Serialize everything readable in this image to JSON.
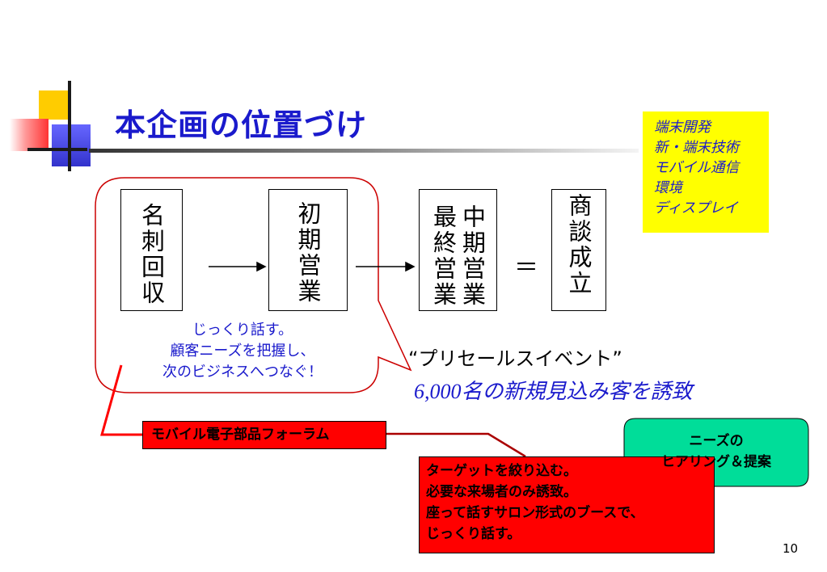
{
  "slide": {
    "title": "本企画の位置づけ",
    "page_number": "10"
  },
  "yellow_note": {
    "lines": [
      "端末開発",
      "新・端末技術",
      "モバイル通信",
      "環境",
      "ディスプレイ"
    ],
    "bg_color": "#ffff00",
    "text_color": "#1a1acc"
  },
  "flow": {
    "stages": [
      {
        "label": "名刺回収"
      },
      {
        "label": "初期営業"
      },
      {
        "label": "最終営業 中期営業",
        "col1": "最終営業",
        "col2": "中期営業"
      },
      {
        "label": "商談成立"
      }
    ],
    "equals_sign": "＝"
  },
  "bubble": {
    "lines": [
      "じっくり話す。",
      "顧客ニーズを把握し、",
      "次のビジネスへつなぐ！"
    ]
  },
  "event": {
    "presale": "“プリセールスイベント”",
    "invite_number": "6,000",
    "invite_text": "名の新規見込み客を誘致"
  },
  "forum": {
    "label": "モバイル電子部品フォーラム",
    "bg_color": "#ff0000"
  },
  "target": {
    "lines": [
      "ターゲットを絞り込む。",
      "必要な来場者のみ誘致。",
      "座って話すサロン形式のブースで、",
      "じっくり話す。"
    ]
  },
  "needs_callout": {
    "lines": [
      "ニーズの",
      "ヒアリング＆提案"
    ],
    "bg_color": "#00dd99"
  },
  "colors": {
    "title_blue": "#1a1acc",
    "accent_red": "#ff0000",
    "outline_red": "#cc0000"
  }
}
